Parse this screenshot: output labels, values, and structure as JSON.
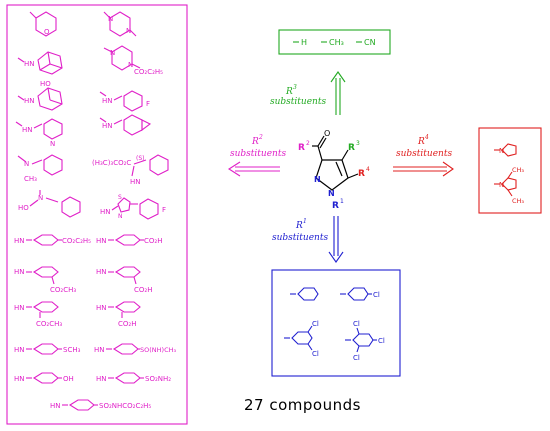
{
  "r2": {
    "substituents": [
      "4-methylmorpholine",
      "1,4-dimethylpiperazine",
      "N-methyl-1-adamantylamine",
      "piperazine-CO2C2H5",
      "N-methyl-3-hydroxyadamantylamine",
      "N-methyl-4-fluorobenzylamine",
      "N-methyl-pyridin-4-ylmethylamine",
      "N-methyl-piperonylamine",
      "N,N-dimethylbenzylamine",
      "N-methyl phenylalanine ester",
      "N-methyl-N-benzylaminoethanol",
      "2-aminothiazole-4-(4-fluorophenyl)",
      "4-aminobenzoate ethyl",
      "4-aminobenzoic acid",
      "3-aminobenzoate methyl",
      "3-aminobenzoic acid",
      "2-aminobenzoate methyl",
      "2-aminobenzoic acid",
      "4-methylthioaniline",
      "4-sulfinamide aniline",
      "4-aminophenol",
      "4-aminobenzenesulfonamide",
      "4-aminobenzenesulfonylcarbamate"
    ],
    "labels": {
      "co2c2h5": "CO₂C₂H₅",
      "ho": "HO",
      "f": "F",
      "ch3": "CH₃",
      "ester": "(H₃C)₃CO₂C",
      "s": "S",
      "s_star": "(S)",
      "n": "N",
      "hn": "HN",
      "co2h": "CO₂H",
      "co2ch3": "CO₂CH₃",
      "sch3": "SCH₃",
      "sonhch3": "SO(NH)CH₃",
      "oh": "OH",
      "so2nh2": "SO₂NH₂",
      "so2nhco2c2h5": "SO₂NHCO₂C₂H₅"
    }
  },
  "r3": {
    "items": [
      "H",
      "CH₃",
      "CN"
    ]
  },
  "arrows": {
    "r3_label": "R",
    "r3_sup": "3",
    "r2_label": "R",
    "r2_sup": "2",
    "r4_label": "R",
    "r4_sup": "4",
    "r1_label": "R",
    "r1_sup": "1",
    "word": "substituents"
  },
  "core": {
    "r1": "R",
    "r1_sub": "1",
    "r2": "R",
    "r2_sub": "2",
    "r3": "R",
    "r3_sub": "3",
    "r4": "R",
    "r4_sub": "4",
    "o": "O",
    "n": "N"
  },
  "r4": {
    "labels": {
      "n": "N",
      "ch3": "CH₃"
    }
  },
  "r1": {
    "labels": {
      "cl": "Cl"
    }
  },
  "summary": "27 compounds",
  "colors": {
    "r2": "#e020c8",
    "r3": "#22aa22",
    "r4": "#e02020",
    "r1": "#2020d0"
  }
}
